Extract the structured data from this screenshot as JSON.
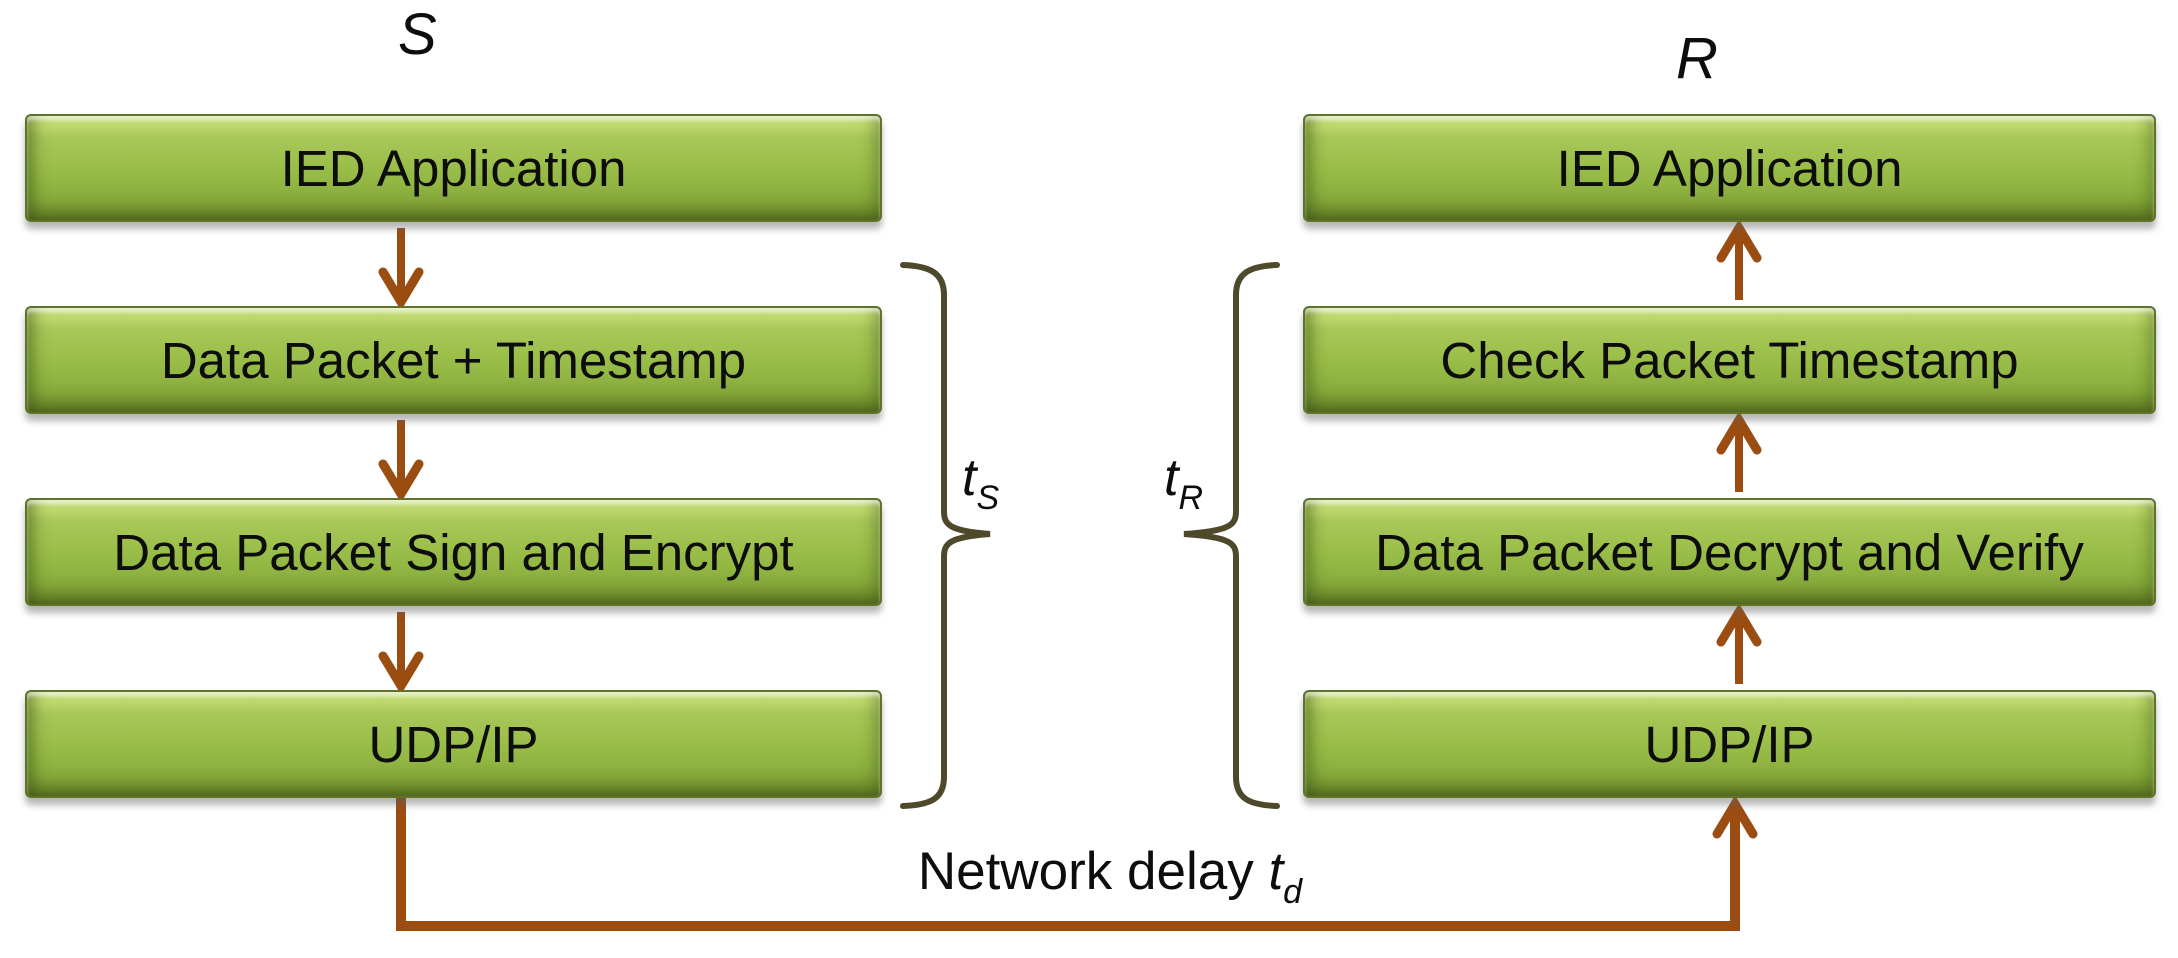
{
  "figure": {
    "sender_column": {
      "title": "S",
      "boxes": [
        "IED Application",
        "Data Packet + Timestamp",
        "Data Packet Sign and Encrypt",
        "UDP/IP"
      ]
    },
    "receiver_column": {
      "title": "R",
      "boxes": [
        "IED Application",
        "Check Packet Timestamp",
        "Data Packet Decrypt and Verify",
        "UDP/IP"
      ]
    },
    "sender_time_label": {
      "base": "t",
      "sub": "S"
    },
    "receiver_time_label": {
      "base": "t",
      "sub": "R"
    },
    "network_delay_label": {
      "text": "Network delay ",
      "base": "t",
      "sub": "d"
    },
    "colors": {
      "box_fill": "#9abd48",
      "arrow": "#9b4d11",
      "brace": "#4e492b",
      "text": "#0d0d0d",
      "background": "#ffffff"
    }
  }
}
